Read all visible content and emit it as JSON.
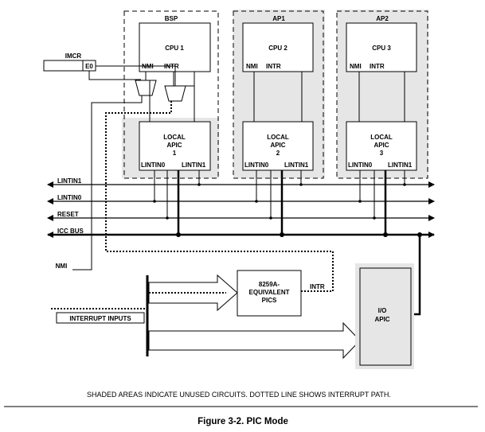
{
  "bsp": {
    "title": "BSP",
    "cpu": "CPU 1",
    "nmi": "NMI",
    "intr": "INTR",
    "apic_l1": "LOCAL",
    "apic_l2": "APIC",
    "apic_l3": "1",
    "lint0": "LINTIN0",
    "lint1": "LINTIN1"
  },
  "ap1": {
    "title": "AP1",
    "cpu": "CPU 2",
    "nmi": "NMI",
    "intr": "INTR",
    "apic_l1": "LOCAL",
    "apic_l2": "APIC",
    "apic_l3": "2",
    "lint0": "LINTIN0",
    "lint1": "LINTIN1"
  },
  "ap2": {
    "title": "AP2",
    "cpu": "CPU 3",
    "nmi": "NMI",
    "intr": "INTR",
    "apic_l1": "LOCAL",
    "apic_l2": "APIC",
    "apic_l3": "3",
    "lint0": "LINTIN0",
    "lint1": "LINTIN1"
  },
  "imcr": {
    "title": "IMCR",
    "bit": "E0"
  },
  "buses": {
    "lintin1": "LINTIN1",
    "lintin0": "LINTIN0",
    "reset": "RESET",
    "icc": "ICC BUS"
  },
  "nmi_label": "NMI",
  "pic": {
    "l1": "8259A-",
    "l2": "EQUIVALENT",
    "l3": "PICS",
    "intr": "INTR"
  },
  "ioapic": {
    "l1": "I/O",
    "l2": "APIC"
  },
  "interrupt_inputs": "INTERRUPT INPUTS",
  "caption": "SHADED AREAS INDICATE UNUSED CIRCUITS. DOTTED LINE SHOWS INTERRUPT PATH.",
  "figure_title": "Figure 3-2.  PIC Mode"
}
